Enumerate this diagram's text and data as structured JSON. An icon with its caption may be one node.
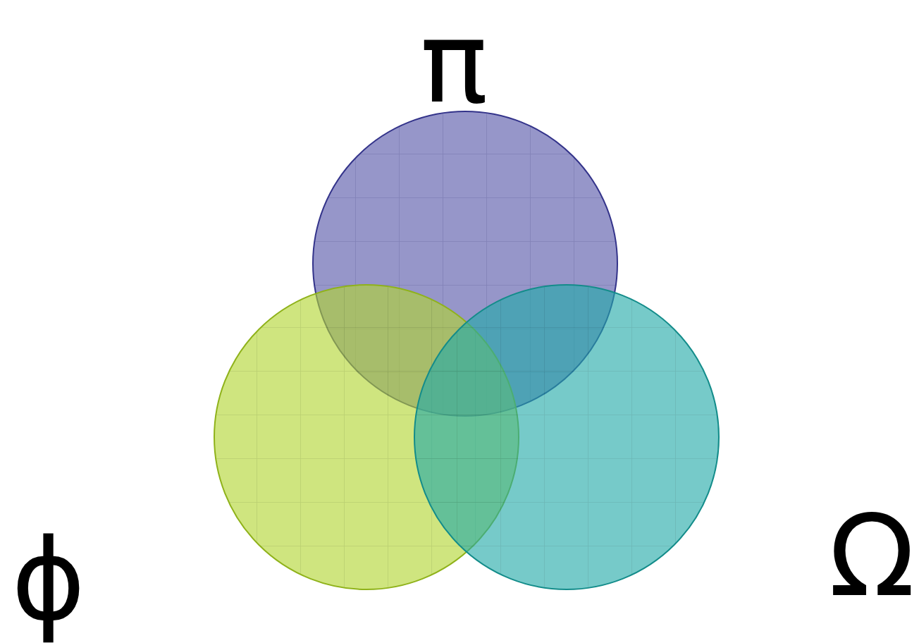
{
  "diagram": {
    "nodes": [
      {
        "text": [
          "π"
        ]
      },
      {
        "text": [
          "ϕ"
        ]
      },
      {
        "text": [
          "Ω"
        ]
      }
    ]
  }
}
